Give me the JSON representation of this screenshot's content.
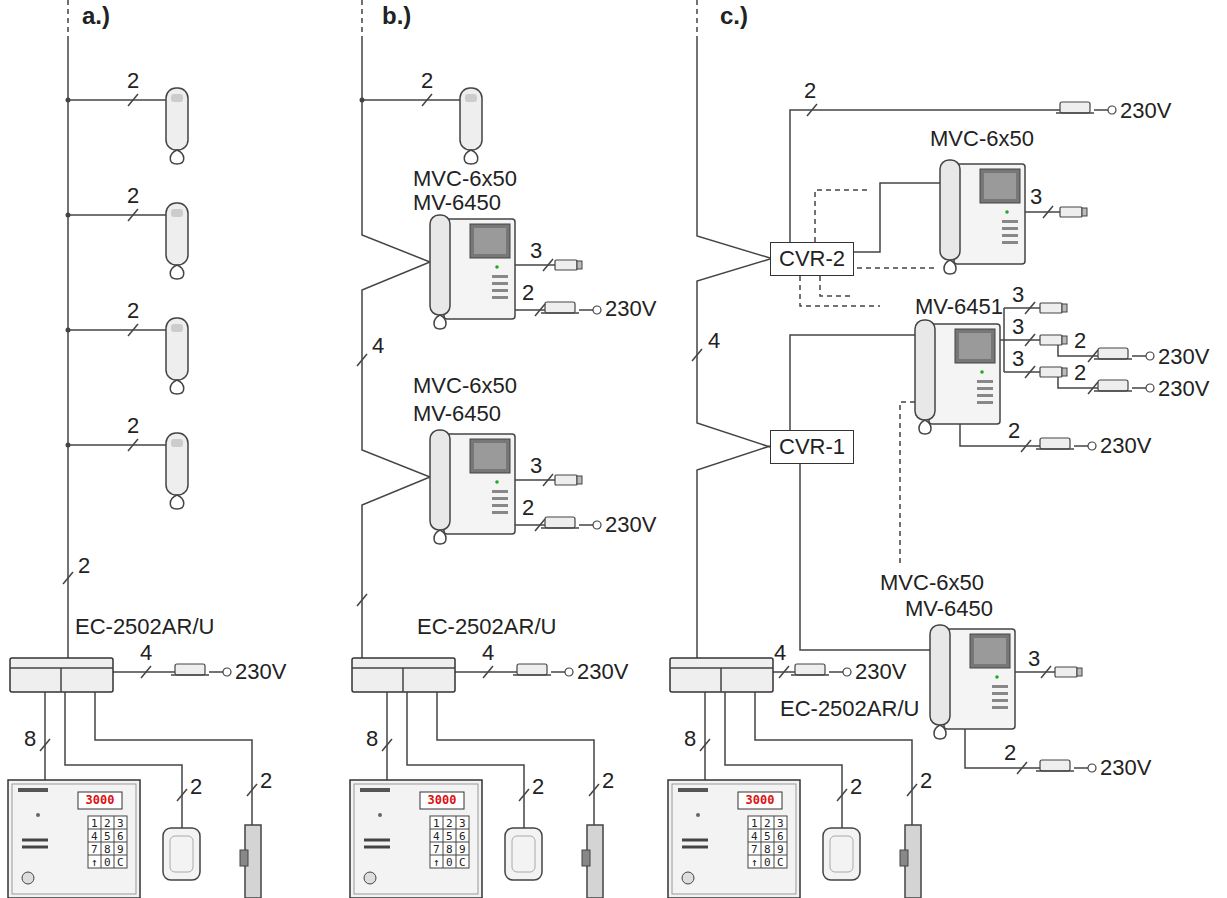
{
  "diagram": {
    "nodes": [
      {
        "text": [
          "CVR-2"
        ]
      },
      {
        "text": [
          "CVR-1"
        ]
      }
    ],
    "edges": [
      {
        "from": 1,
        "to": 0,
        "arrow": "none"
      }
    ],
    "labels": [
      "a.)",
      "2",
      "2",
      "2",
      "2",
      "2",
      "EC-2502AR/U",
      "4",
      "230V",
      "8",
      "2",
      "2",
      "3000",
      "123",
      "456",
      "789",
      "↑0C",
      "b.)",
      "2",
      "MVC-6x50",
      "MV-6450",
      "3",
      "2",
      "230V",
      "4",
      "MVC-6x50",
      "MV-6450",
      "3",
      "2",
      "230V",
      "EC-2502AR/U",
      "4",
      "230V",
      "8",
      "2",
      "2",
      "3000",
      "123",
      "456",
      "789",
      "↑0C",
      "c.)",
      "2",
      "230V",
      "MVC-6x50",
      "3",
      "4",
      "MV-6451",
      "3",
      "3",
      "2",
      "230V",
      "3",
      "2",
      "230V",
      "2",
      "230V",
      "MVC-6x50",
      "MV-6450",
      "3",
      "2",
      "230V",
      "4",
      "230V",
      "EC-2502AR/U",
      "8",
      "2",
      "2",
      "3000",
      "123",
      "456",
      "789",
      "↑0C"
    ]
  }
}
